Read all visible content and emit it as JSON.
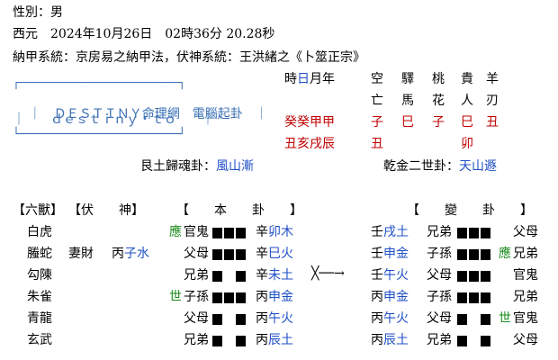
{
  "header": {
    "gender": "性別：男",
    "date": "西元　2024年10月26日　02時36分 20.28秒",
    "system": "納甲系統：京房易之納甲法，伏神系統：王洪緒之《卜筮正宗》"
  },
  "banner": {
    "top_border": "┌──────────────────────────┐",
    "line1_prefix": "｜　ＤＥＳＴＩＮＹ",
    "line1_middle": "命理網　電腦起卦",
    "line1_suffix": "　｜",
    "line2": "｜　　ｄｅｓｔｉｎｙ・ｔｏ　　｜",
    "bottom_border": "└──────────────────────────┘"
  },
  "time_labels": {
    "shi": "時",
    "ri": "日",
    "yue": "月",
    "nian": "年",
    "ganzhi_top": "癸癸甲甲",
    "ganzhi_bottom": "丑亥戌辰"
  },
  "shensha": {
    "row1": [
      "空",
      "驛",
      "桃",
      "貴",
      "羊"
    ],
    "row2": [
      "亡",
      "馬",
      "花",
      "人",
      "刃"
    ],
    "row3": [
      "子",
      "巳",
      "子",
      "巳",
      "丑"
    ],
    "row4": [
      "丑",
      "",
      "",
      "卯",
      ""
    ]
  },
  "hexagrams": {
    "main_prefix": "艮土歸魂卦：",
    "main_name": "風山漸",
    "changed_prefix": "乾金二世卦：",
    "changed_name": "天山遯"
  },
  "table_headers": {
    "liushou": "【六獸】",
    "fushen": "【伏　　神】",
    "ben": "【　　本　　卦　　】",
    "bian": "【　　變　　卦　　】"
  },
  "arrow": "╳──→",
  "rows": [
    {
      "shou": "白虎",
      "fu_rel": "",
      "fu_gz": "",
      "fu_wx": "",
      "mark": "應",
      "rel": "官鬼",
      "yang": true,
      "gan": "辛",
      "zhi": "卯",
      "wx": "木",
      "b_gan": "壬",
      "b_zhi": "戌",
      "b_wx": "土",
      "b_rel": "兄弟",
      "b_yang": true,
      "b_mark": "",
      "b_fu": "父母"
    },
    {
      "shou": "螣蛇",
      "fu_rel": "妻財",
      "fu_gz": "丙",
      "fu_zhi": "子",
      "fu_wx": "水",
      "mark": "",
      "rel": "父母",
      "yang": true,
      "gan": "辛",
      "zhi": "巳",
      "wx": "火",
      "b_gan": "壬",
      "b_zhi": "申",
      "b_wx": "金",
      "b_rel": "子孫",
      "b_yang": true,
      "b_mark": "應",
      "b_fu": "兄弟"
    },
    {
      "shou": "勾陳",
      "fu_rel": "",
      "fu_gz": "",
      "fu_wx": "",
      "mark": "",
      "rel": "兄弟",
      "yang": false,
      "gan": "辛",
      "zhi": "未",
      "wx": "土",
      "b_gan": "壬",
      "b_zhi": "午",
      "b_wx": "火",
      "b_rel": "父母",
      "b_yang": true,
      "b_mark": "",
      "b_fu": "官鬼"
    },
    {
      "shou": "朱雀",
      "fu_rel": "",
      "fu_gz": "",
      "fu_wx": "",
      "mark": "世",
      "rel": "子孫",
      "yang": true,
      "gan": "丙",
      "zhi": "申",
      "wx": "金",
      "b_gan": "丙",
      "b_zhi": "申",
      "b_wx": "金",
      "b_rel": "子孫",
      "b_yang": true,
      "b_mark": "",
      "b_fu": "兄弟"
    },
    {
      "shou": "青龍",
      "fu_rel": "",
      "fu_gz": "",
      "fu_wx": "",
      "mark": "",
      "rel": "父母",
      "yang": false,
      "gan": "丙",
      "zhi": "午",
      "wx": "火",
      "b_gan": "丙",
      "b_zhi": "午",
      "b_wx": "火",
      "b_rel": "父母",
      "b_yang": false,
      "b_mark": "世",
      "b_fu": "官鬼"
    },
    {
      "shou": "玄武",
      "fu_rel": "",
      "fu_gz": "",
      "fu_wx": "",
      "mark": "",
      "rel": "兄弟",
      "yang": false,
      "gan": "丙",
      "zhi": "辰",
      "wx": "土",
      "b_gan": "丙",
      "b_zhi": "辰",
      "b_wx": "土",
      "b_rel": "兄弟",
      "b_yang": false,
      "b_mark": "",
      "b_fu": "父母"
    }
  ],
  "colors": {
    "blue": "#1f4fc7",
    "red": "#c00000",
    "green": "#1a8a1a",
    "banner": "#3a6fb5"
  }
}
